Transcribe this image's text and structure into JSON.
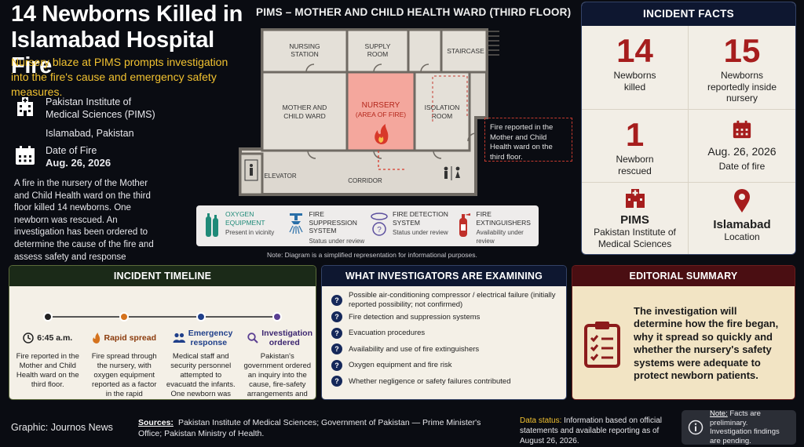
{
  "header": {
    "title": "14 Newborns Killed in Islamabad Hospital Fire",
    "subtitle": "Nursery blaze at PIMS prompts investigation into the fire's cause and emergency safety measures."
  },
  "location": {
    "name": "Pakistan Institute of Medical Sciences (PIMS)",
    "city": "Islamabad, Pakistan"
  },
  "date_block": {
    "label": "Date of Fire",
    "value": "Aug. 26, 2026"
  },
  "lead": "A fire in the nursery of the Mother and Child Health ward on the third floor killed 14 newborns. One newborn was rescued. An investigation has been ordered to determine the cause of the fire and assess safety and response arrangements.",
  "floor_plan": {
    "title": "PIMS – MOTHER AND CHILD HEALTH WARD (THIRD FLOOR)",
    "rooms": {
      "nursing_station": [
        "NURSING",
        "STATION"
      ],
      "supply_room": [
        "SUPPLY",
        "ROOM"
      ],
      "staircase": "STAIRCASE",
      "mother_child": [
        "MOTHER AND",
        "CHILD WARD"
      ],
      "nursery": [
        "NURSERY",
        "(AREA OF FIRE)"
      ],
      "isolation": [
        "ISOLATION",
        "ROOM"
      ],
      "elevator": "ELEVATOR",
      "corridor": "CORRIDOR"
    },
    "callout": "Fire reported in the Mother and Child Health ward on the third floor.",
    "colors": {
      "fire_zone": "#f4a79d",
      "fire_accent": "#d8382a",
      "wall": "#6f6a63",
      "floor": "#ddd8d0"
    },
    "note": "Note: Diagram is a simplified representation for informational purposes."
  },
  "legend": [
    {
      "icon": "oxygen-cylinder-icon",
      "label": [
        "OXYGEN",
        "EQUIPMENT"
      ],
      "status": "Present in vicinity",
      "color": "#1f8a78"
    },
    {
      "icon": "sprinkler-icon",
      "label": [
        "FIRE SUPPRESSION",
        "SYSTEM"
      ],
      "status": "Status under review",
      "color": "#2a6fa8"
    },
    {
      "icon": "smoke-detector-icon",
      "label": [
        "FIRE DETECTION",
        "SYSTEM"
      ],
      "status": "Status under review",
      "color": "#5c4f9e"
    },
    {
      "icon": "extinguisher-icon",
      "label": [
        "FIRE",
        "EXTINGUISHERS"
      ],
      "status": "Availability under review",
      "color": "#c0302a"
    }
  ],
  "facts": {
    "title": "INCIDENT FACTS",
    "killed": {
      "value": "14",
      "label": [
        "Newborns",
        "killed"
      ]
    },
    "inside": {
      "value": "15",
      "label": [
        "Newborns",
        "reportedly inside",
        "nursery"
      ]
    },
    "rescued": {
      "value": "1",
      "label": [
        "Newborn",
        "rescued"
      ]
    },
    "date": {
      "value": "Aug. 26, 2026",
      "label": "Date of fire"
    },
    "hospital": {
      "value": "PIMS",
      "label": [
        "Pakistan Institute of",
        "Medical Sciences"
      ]
    },
    "city": {
      "value": "Islamabad",
      "label": "Location"
    }
  },
  "timeline": {
    "title": "INCIDENT TIMELINE",
    "steps": [
      {
        "heading": "6:45 a.m.",
        "body": "Fire reported in the Mother and Child Health ward on the third floor.",
        "color": "#222222"
      },
      {
        "heading": "Rapid spread",
        "body": "Fire spread through the nursery, with oxygen equipment reported as a factor in the rapid development of the blaze.",
        "color": "#d5731e"
      },
      {
        "heading": "Emergency response",
        "body": "Medical staff and security personnel attempted to evacuatd the infants. One newborn was rescued.",
        "color": "#1f3f8a"
      },
      {
        "heading": "Investigation ordered",
        "body": "Pakistan's government ordered an inquiry into the cause, fire-safety arrangements and emergency response.",
        "color": "#5a3f92"
      }
    ]
  },
  "investigation": {
    "title": "WHAT INVESTIGATORS ARE EXAMINING",
    "items": [
      "Possible air-conditioning compressor / electrical failure (initially reported possibility; not confirmed)",
      "Fire detection and suppression systems",
      "Evacuation procedures",
      "Availability and use of fire extinguishers",
      "Oxygen equipment and fire risk",
      "Whether negligence or safety failures contributed"
    ]
  },
  "editorial": {
    "title": "EDITORIAL SUMMARY",
    "text": "The investigation will determine how the fire began, why it spread so quickly and whether the nursery's safety systems were adequate to protect newborn patients."
  },
  "footer": {
    "credit": "Graphic: Journos News",
    "sources_label": "Sources:",
    "sources": "Pakistan Institute of Medical Sciences; Government of Pakistan — Prime Minister's Office; Pakistan Ministry of Health.",
    "status_label": "Data status:",
    "status": "Information based on official statements and available reporting as of August 26, 2026.",
    "note_label": "Note:",
    "note": "Facts are preliminary. Investigation findings are pending."
  }
}
